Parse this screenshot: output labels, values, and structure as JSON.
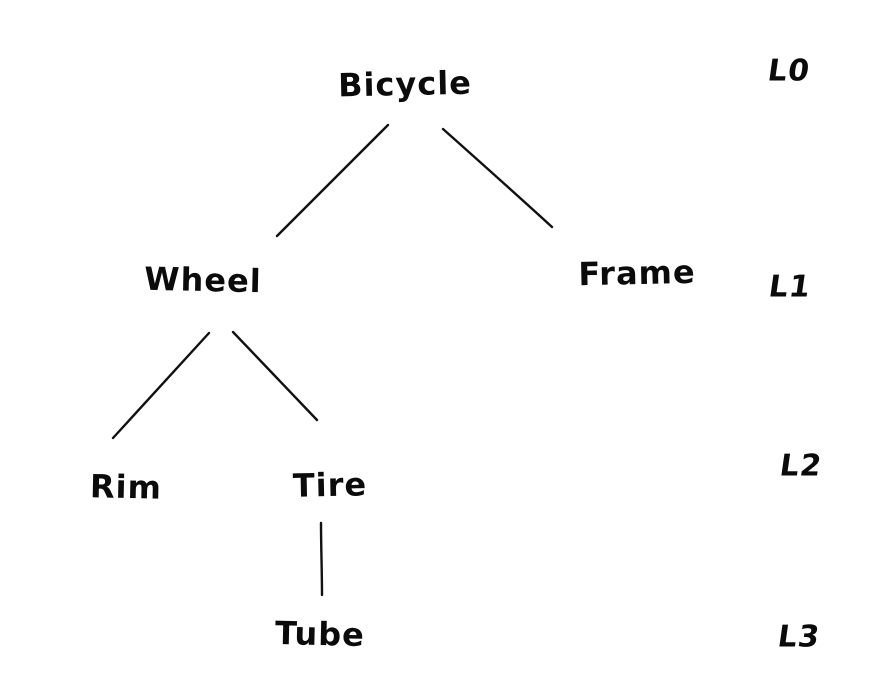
{
  "diagram": {
    "type": "tree",
    "description": "Hand-drawn component hierarchy tree of a bicycle with depth level labels",
    "nodes": {
      "bicycle": {
        "label": "Bicycle",
        "level": 0
      },
      "wheel": {
        "label": "Wheel",
        "level": 1
      },
      "frame": {
        "label": "Frame",
        "level": 1
      },
      "rim": {
        "label": "Rim",
        "level": 2
      },
      "tire": {
        "label": "Tire",
        "level": 2
      },
      "tube": {
        "label": "Tube",
        "level": 3
      }
    },
    "edges": [
      {
        "from": "bicycle",
        "to": "wheel"
      },
      {
        "from": "bicycle",
        "to": "frame"
      },
      {
        "from": "wheel",
        "to": "rim"
      },
      {
        "from": "wheel",
        "to": "tire"
      },
      {
        "from": "tire",
        "to": "tube"
      }
    ],
    "level_labels": {
      "l0": "L0",
      "l1": "L1",
      "l2": "L2",
      "l3": "L3"
    },
    "colors": {
      "ink": "#111111",
      "background": "#ffffff"
    }
  }
}
